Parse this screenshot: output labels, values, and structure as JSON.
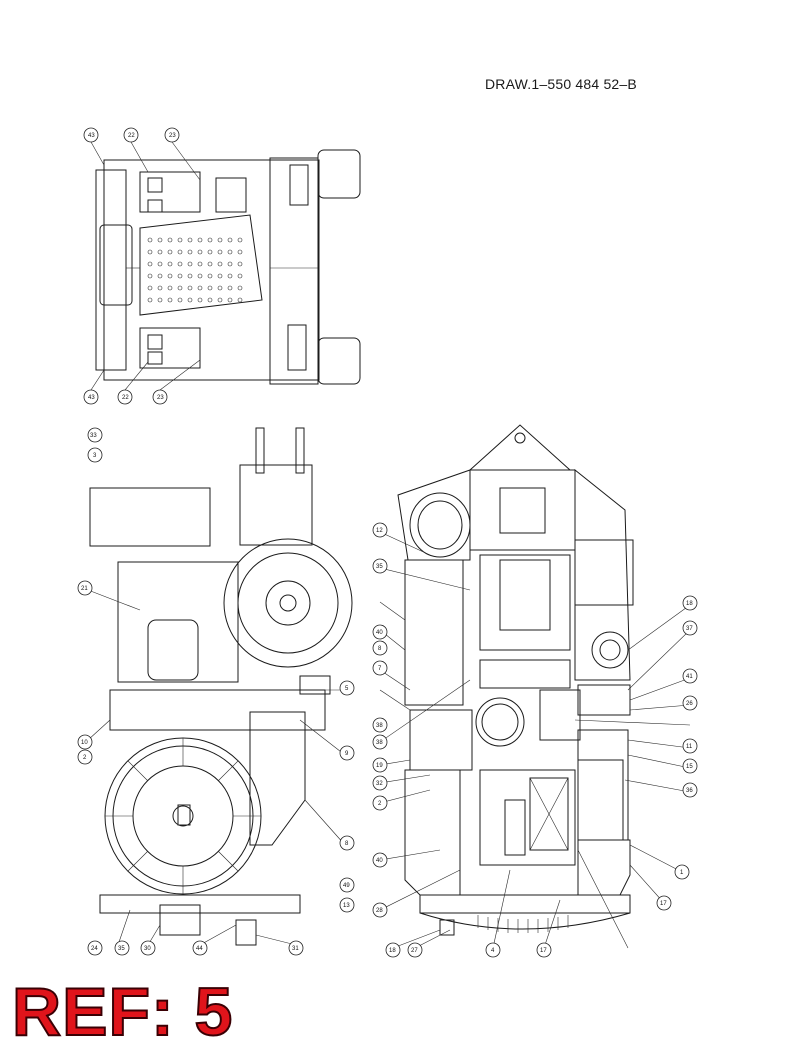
{
  "document": {
    "drawing_number": "DRAW.1–550 484 52–B",
    "ref_label": "REF: 5",
    "colors": {
      "ref": "#e0141b",
      "line": "#1b1b1b",
      "background": "#ffffff"
    }
  },
  "top_view_callouts": [
    "43",
    "22",
    "23",
    "43",
    "22",
    "23"
  ],
  "side_view_callouts": [
    "3",
    "33",
    "21",
    "10",
    "2",
    "5",
    "9",
    "8",
    "49",
    "13",
    "35",
    "30",
    "44",
    "31",
    "24"
  ],
  "rear_view_callouts": [
    "12",
    "35",
    "40",
    "8",
    "7",
    "38",
    "38",
    "19",
    "32",
    "2",
    "40",
    "28",
    "18",
    "27",
    "4",
    "17",
    "18",
    "37",
    "41",
    "26",
    "11",
    "15",
    "36",
    "1",
    "17"
  ]
}
